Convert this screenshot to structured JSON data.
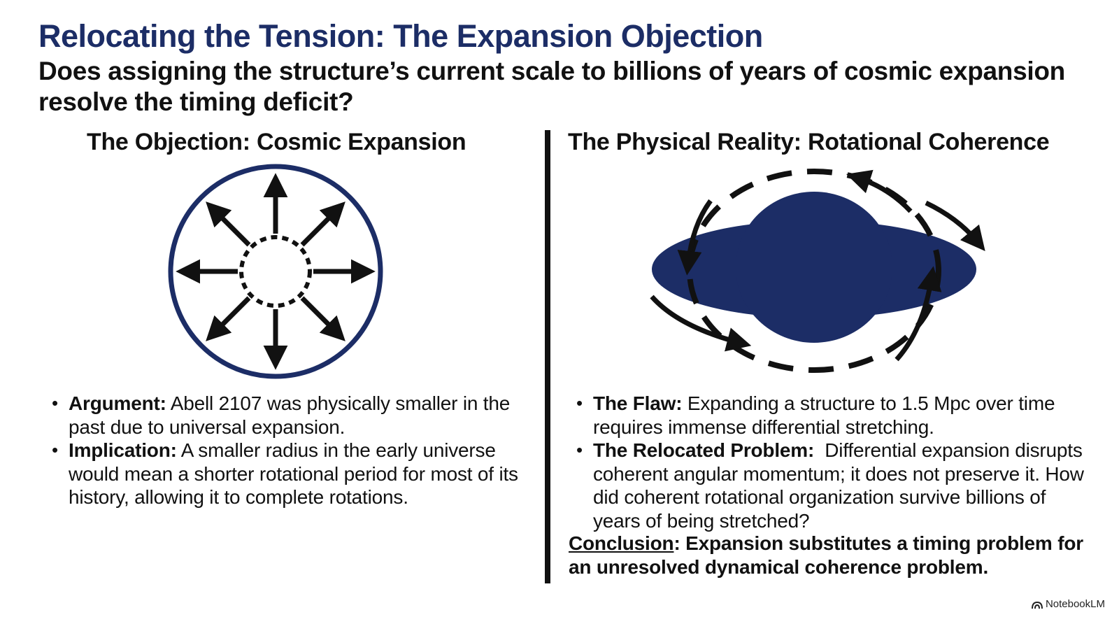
{
  "slide": {
    "title": "Relocating the Tension: The Expansion Objection",
    "subtitle": "Does assigning the structure’s current scale to billions of years of cosmic expansion resolve the timing deficit?"
  },
  "left": {
    "heading": "The Objection: Cosmic Expansion",
    "illustration_icon": "expansion-arrows-icon",
    "bullets": [
      {
        "label": "Argument:",
        "text": " Abell 2107 was physically smaller in the past due to universal expansion."
      },
      {
        "label": "Implication:",
        "text": " A smaller radius in the early universe would mean a shorter rotational period for most of its history, allowing it to complete rotations."
      }
    ]
  },
  "right": {
    "heading": "The Physical Reality: Rotational Coherence",
    "illustration_icon": "rotating-galaxy-icon",
    "bullets": [
      {
        "label": "The Flaw:",
        "text": " Expanding a structure to 1.5 Mpc over time requires immense differential stretching."
      },
      {
        "label": "The Relocated Problem:",
        "text": "  Differential expansion disrupts coherent angular momentum; it does not preserve it. How did coherent rotational organization survive billions of years of being stretched?"
      }
    ],
    "conclusion_label": "Conclusion",
    "conclusion_text": ": Expansion substitutes a timing problem for an unresolved dynamical coherence problem."
  },
  "branding": {
    "icon": "notebooklm-icon",
    "text": "NotebookLM"
  },
  "colors": {
    "navy": "#1c2d66",
    "black": "#111111",
    "background": "#ffffff"
  }
}
